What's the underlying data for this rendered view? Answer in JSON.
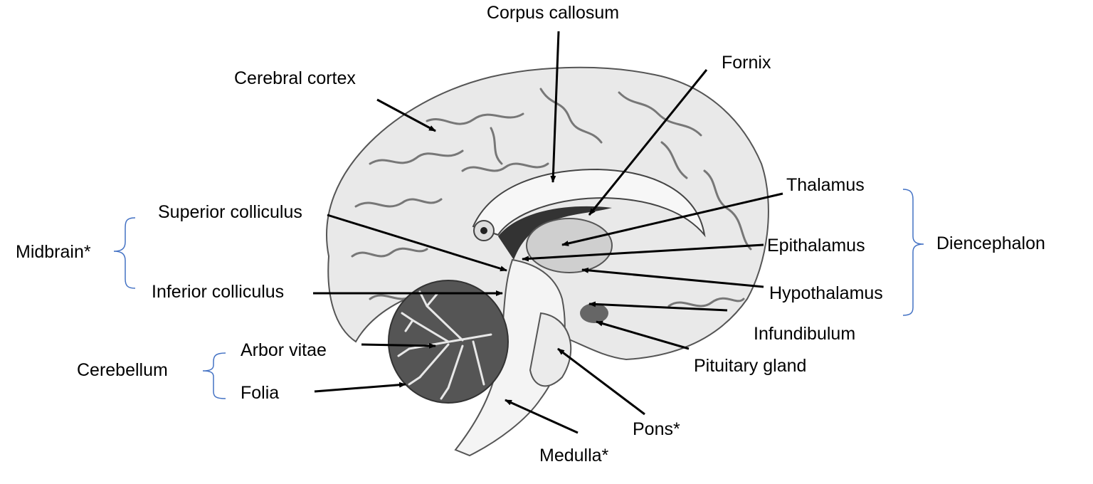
{
  "labels": {
    "corpus_callosum": "Corpus callosum",
    "fornix": "Fornix",
    "cerebral_cortex": "Cerebral cortex",
    "thalamus": "Thalamus",
    "superior_colliculus": "Superior colliculus",
    "midbrain": "Midbrain*",
    "epithalamus": "Epithalamus",
    "diencephalon": "Diencephalon",
    "inferior_colliculus": "Inferior colliculus",
    "hypothalamus": "Hypothalamus",
    "infundibulum": "Infundibulum",
    "arbor_vitae": "Arbor vitae",
    "cerebellum": "Cerebellum",
    "pituitary_gland": "Pituitary gland",
    "folia": "Folia",
    "pons": "Pons*",
    "medulla": "Medulla*"
  },
  "colors": {
    "label_text": "#000000",
    "arrow": "#000000",
    "bracket": "#4472c4"
  }
}
